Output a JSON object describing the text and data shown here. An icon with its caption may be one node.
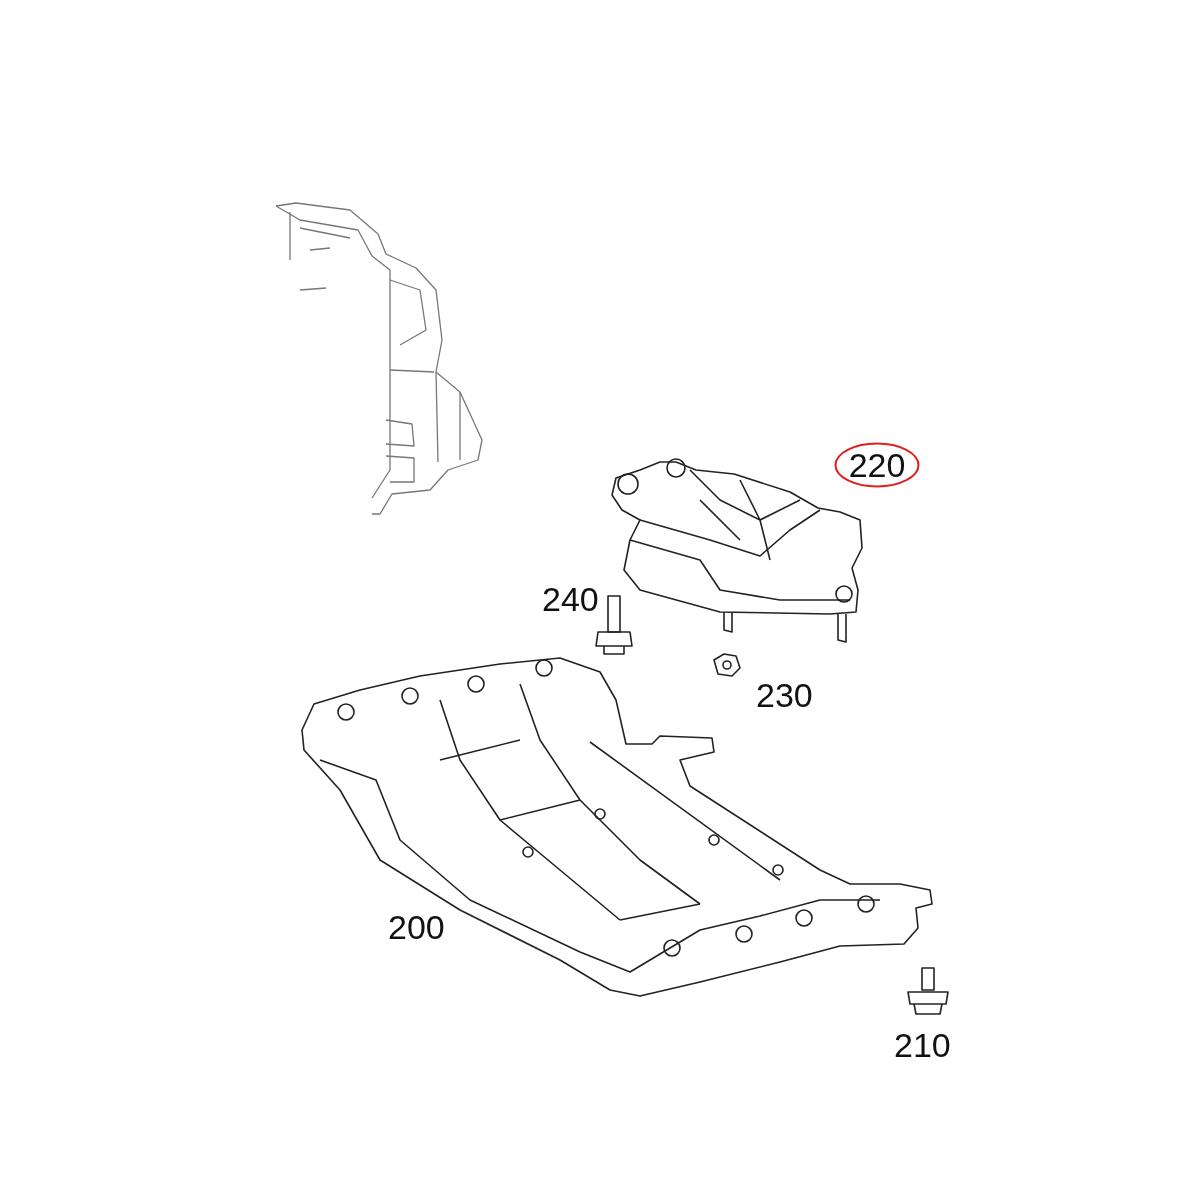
{
  "diagram": {
    "nodes": [
      {
        "text": [
          "220"
        ]
      }
    ],
    "labels": [
      "240",
      "230",
      "200",
      "210"
    ]
  }
}
